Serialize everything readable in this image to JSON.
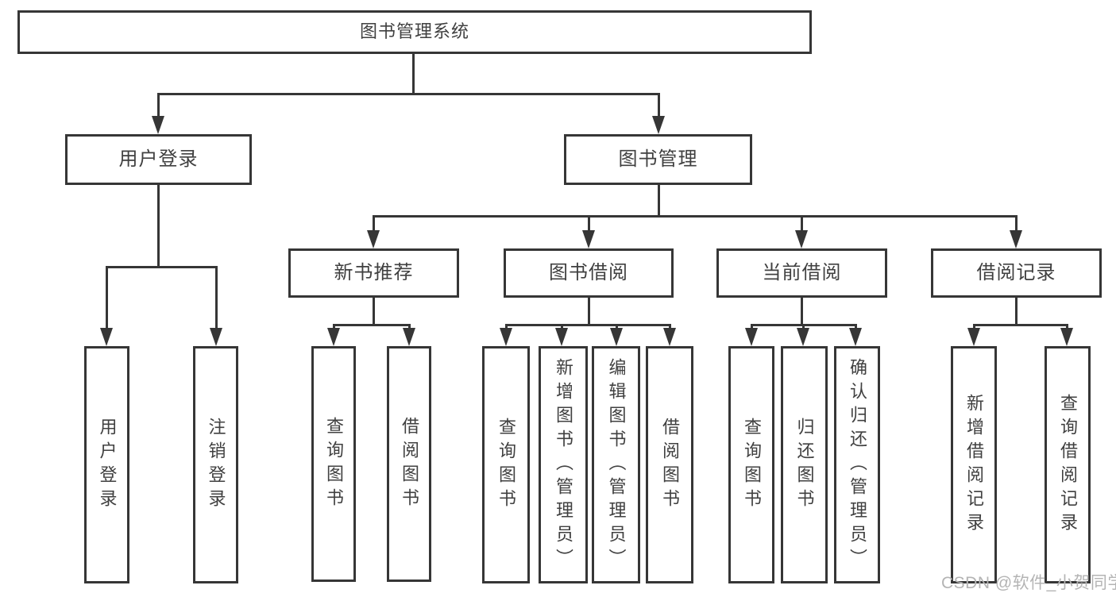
{
  "tree": {
    "label": "图书管理系统",
    "children": [
      {
        "label": "用户登录",
        "children": [
          {
            "label": "用户登录"
          },
          {
            "label": "注销登录"
          }
        ]
      },
      {
        "label": "图书管理",
        "children": [
          {
            "label": "新书推荐",
            "children": [
              {
                "label": "查询图书"
              },
              {
                "label": "借阅图书"
              }
            ]
          },
          {
            "label": "图书借阅",
            "children": [
              {
                "label": "查询图书"
              },
              {
                "label": "新增图书（管理员）"
              },
              {
                "label": "编辑图书（管理员）"
              },
              {
                "label": "借阅图书"
              }
            ]
          },
          {
            "label": "当前借阅",
            "children": [
              {
                "label": "查询图书"
              },
              {
                "label": "归还图书"
              },
              {
                "label": "确认归还（管理员）"
              }
            ]
          },
          {
            "label": "借阅记录",
            "children": [
              {
                "label": "新增借阅记录"
              },
              {
                "label": "查询借阅记录"
              }
            ]
          }
        ]
      }
    ]
  },
  "watermark": "CSDN @软件_小贺同学",
  "colors": {
    "line": "#363636",
    "text": "#404040",
    "watermark": "#b4b4b4",
    "background": "#ffffff"
  }
}
